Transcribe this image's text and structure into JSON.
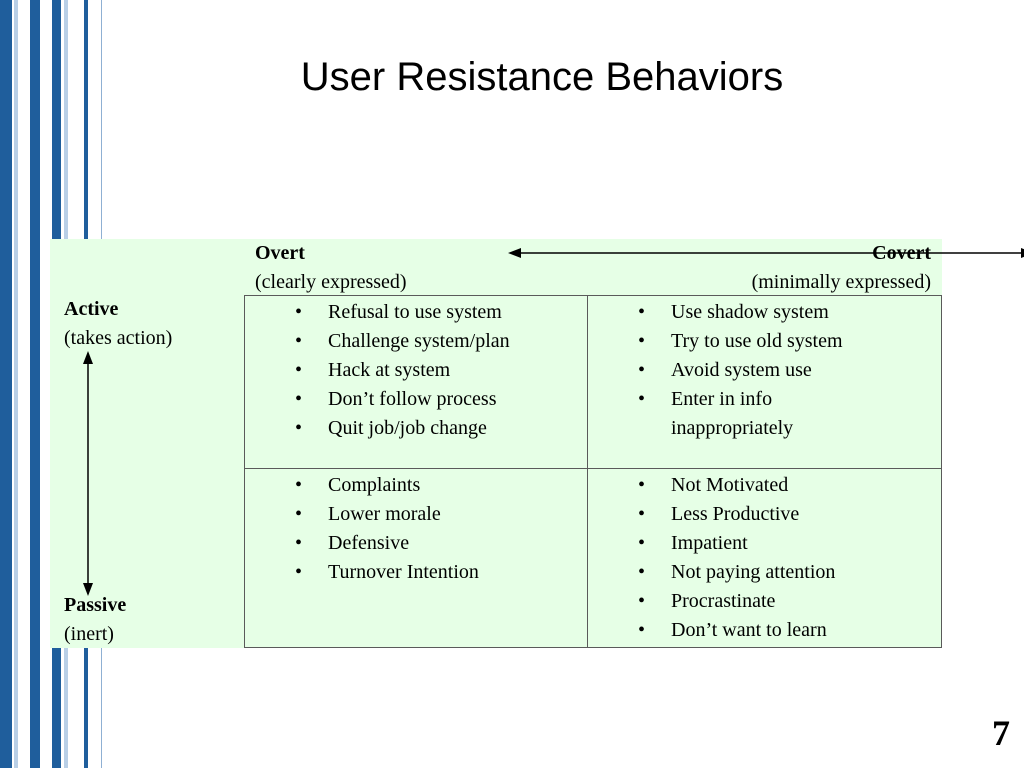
{
  "slide": {
    "title": "User Resistance Behaviors",
    "page_number": "7"
  },
  "axes": {
    "overt": "Overt",
    "overt_desc": "(clearly expressed)",
    "covert": "Covert",
    "covert_desc": "(minimally expressed)",
    "active": "Active",
    "active_desc": "(takes action)",
    "passive": "Passive",
    "passive_desc": "(inert)"
  },
  "cells": {
    "active_overt": [
      "Refusal to use system",
      "Challenge system/plan",
      "Hack at system",
      "Don’t follow process",
      "Quit job/job change"
    ],
    "active_covert": [
      "Use shadow system",
      "Try to use old system",
      "Avoid system use",
      "Enter in info inappropriately"
    ],
    "passive_overt": [
      "Complaints",
      "Lower morale",
      "Defensive",
      "Turnover Intention"
    ],
    "passive_covert": [
      "Not Motivated",
      "Less Productive",
      "Impatient",
      "Not paying attention",
      "Procrastinate",
      "Don’t want to learn"
    ]
  },
  "colors": {
    "stripe_blue": "#1f5e9c",
    "stripe_light": "#b9cfe6",
    "table_fill": "#e6ffe6"
  }
}
